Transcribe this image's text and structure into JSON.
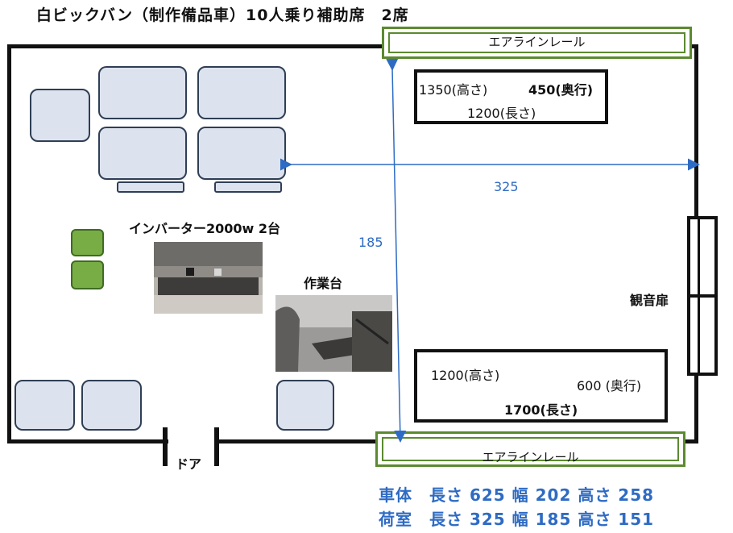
{
  "title": "白ビックバン（制作備品車）10人乗り補助席　2席",
  "rail_label_top": "エアラインレール",
  "rail_label_bottom": "エアラインレール",
  "box_top": {
    "height": "1350(高さ)",
    "depth": "450(奥行)",
    "length": "1200(長さ)"
  },
  "box_bottom": {
    "height": "1200(高さ)",
    "depth": "600 (奥行)",
    "length": "1700(長さ)"
  },
  "dim_horizontal": "325",
  "dim_vertical": "185",
  "inverter_label": "インバーター2000w 2台",
  "workbench_label": "作業台",
  "side_door_label": "観音扉",
  "door_label": "ドア",
  "spec_body": "車体　長さ 625 幅 202 高さ 258",
  "spec_cargo": "荷室　長さ 325 幅 185 高さ 151",
  "colors": {
    "accent_blue": "#2e6bc4",
    "rail_green": "#5b8a2f",
    "seat_fill": "#dde3ee",
    "inverter_green": "#78ad45"
  }
}
